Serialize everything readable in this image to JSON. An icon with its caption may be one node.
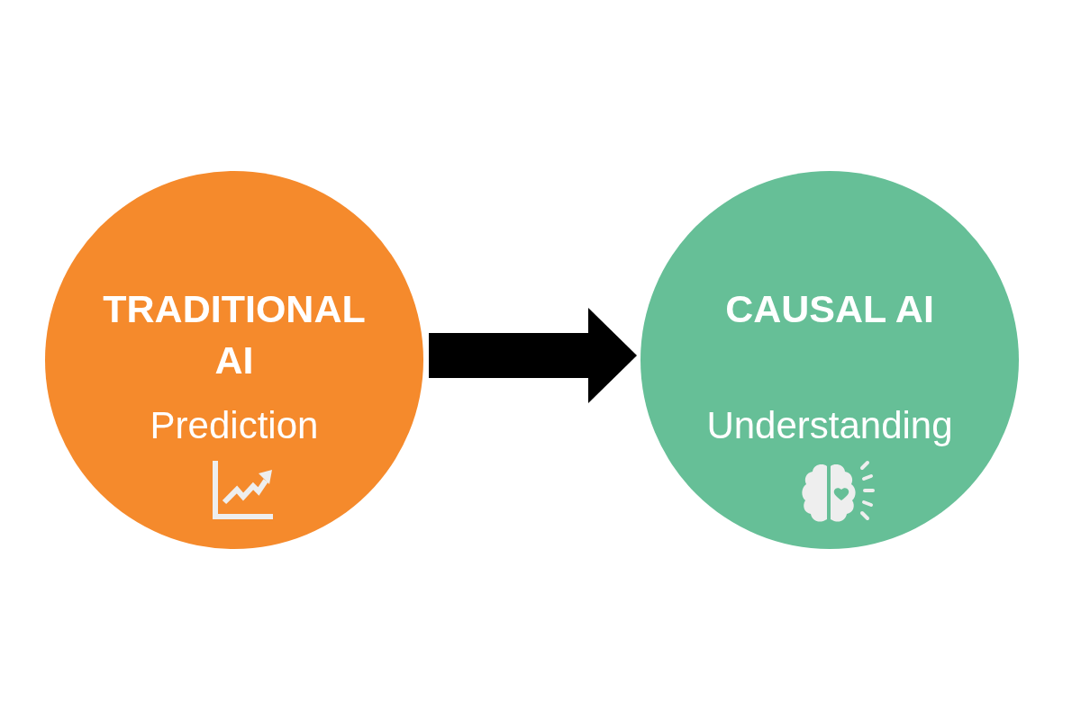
{
  "diagram": {
    "nodes": [
      {
        "text": [
          "TRADITIONAL AI",
          "Prediction"
        ]
      },
      {
        "text": [
          "CAUSAL AI",
          "Understanding"
        ]
      }
    ],
    "edges": [
      {
        "from": 0,
        "to": 1,
        "arrow": "to"
      }
    ]
  }
}
